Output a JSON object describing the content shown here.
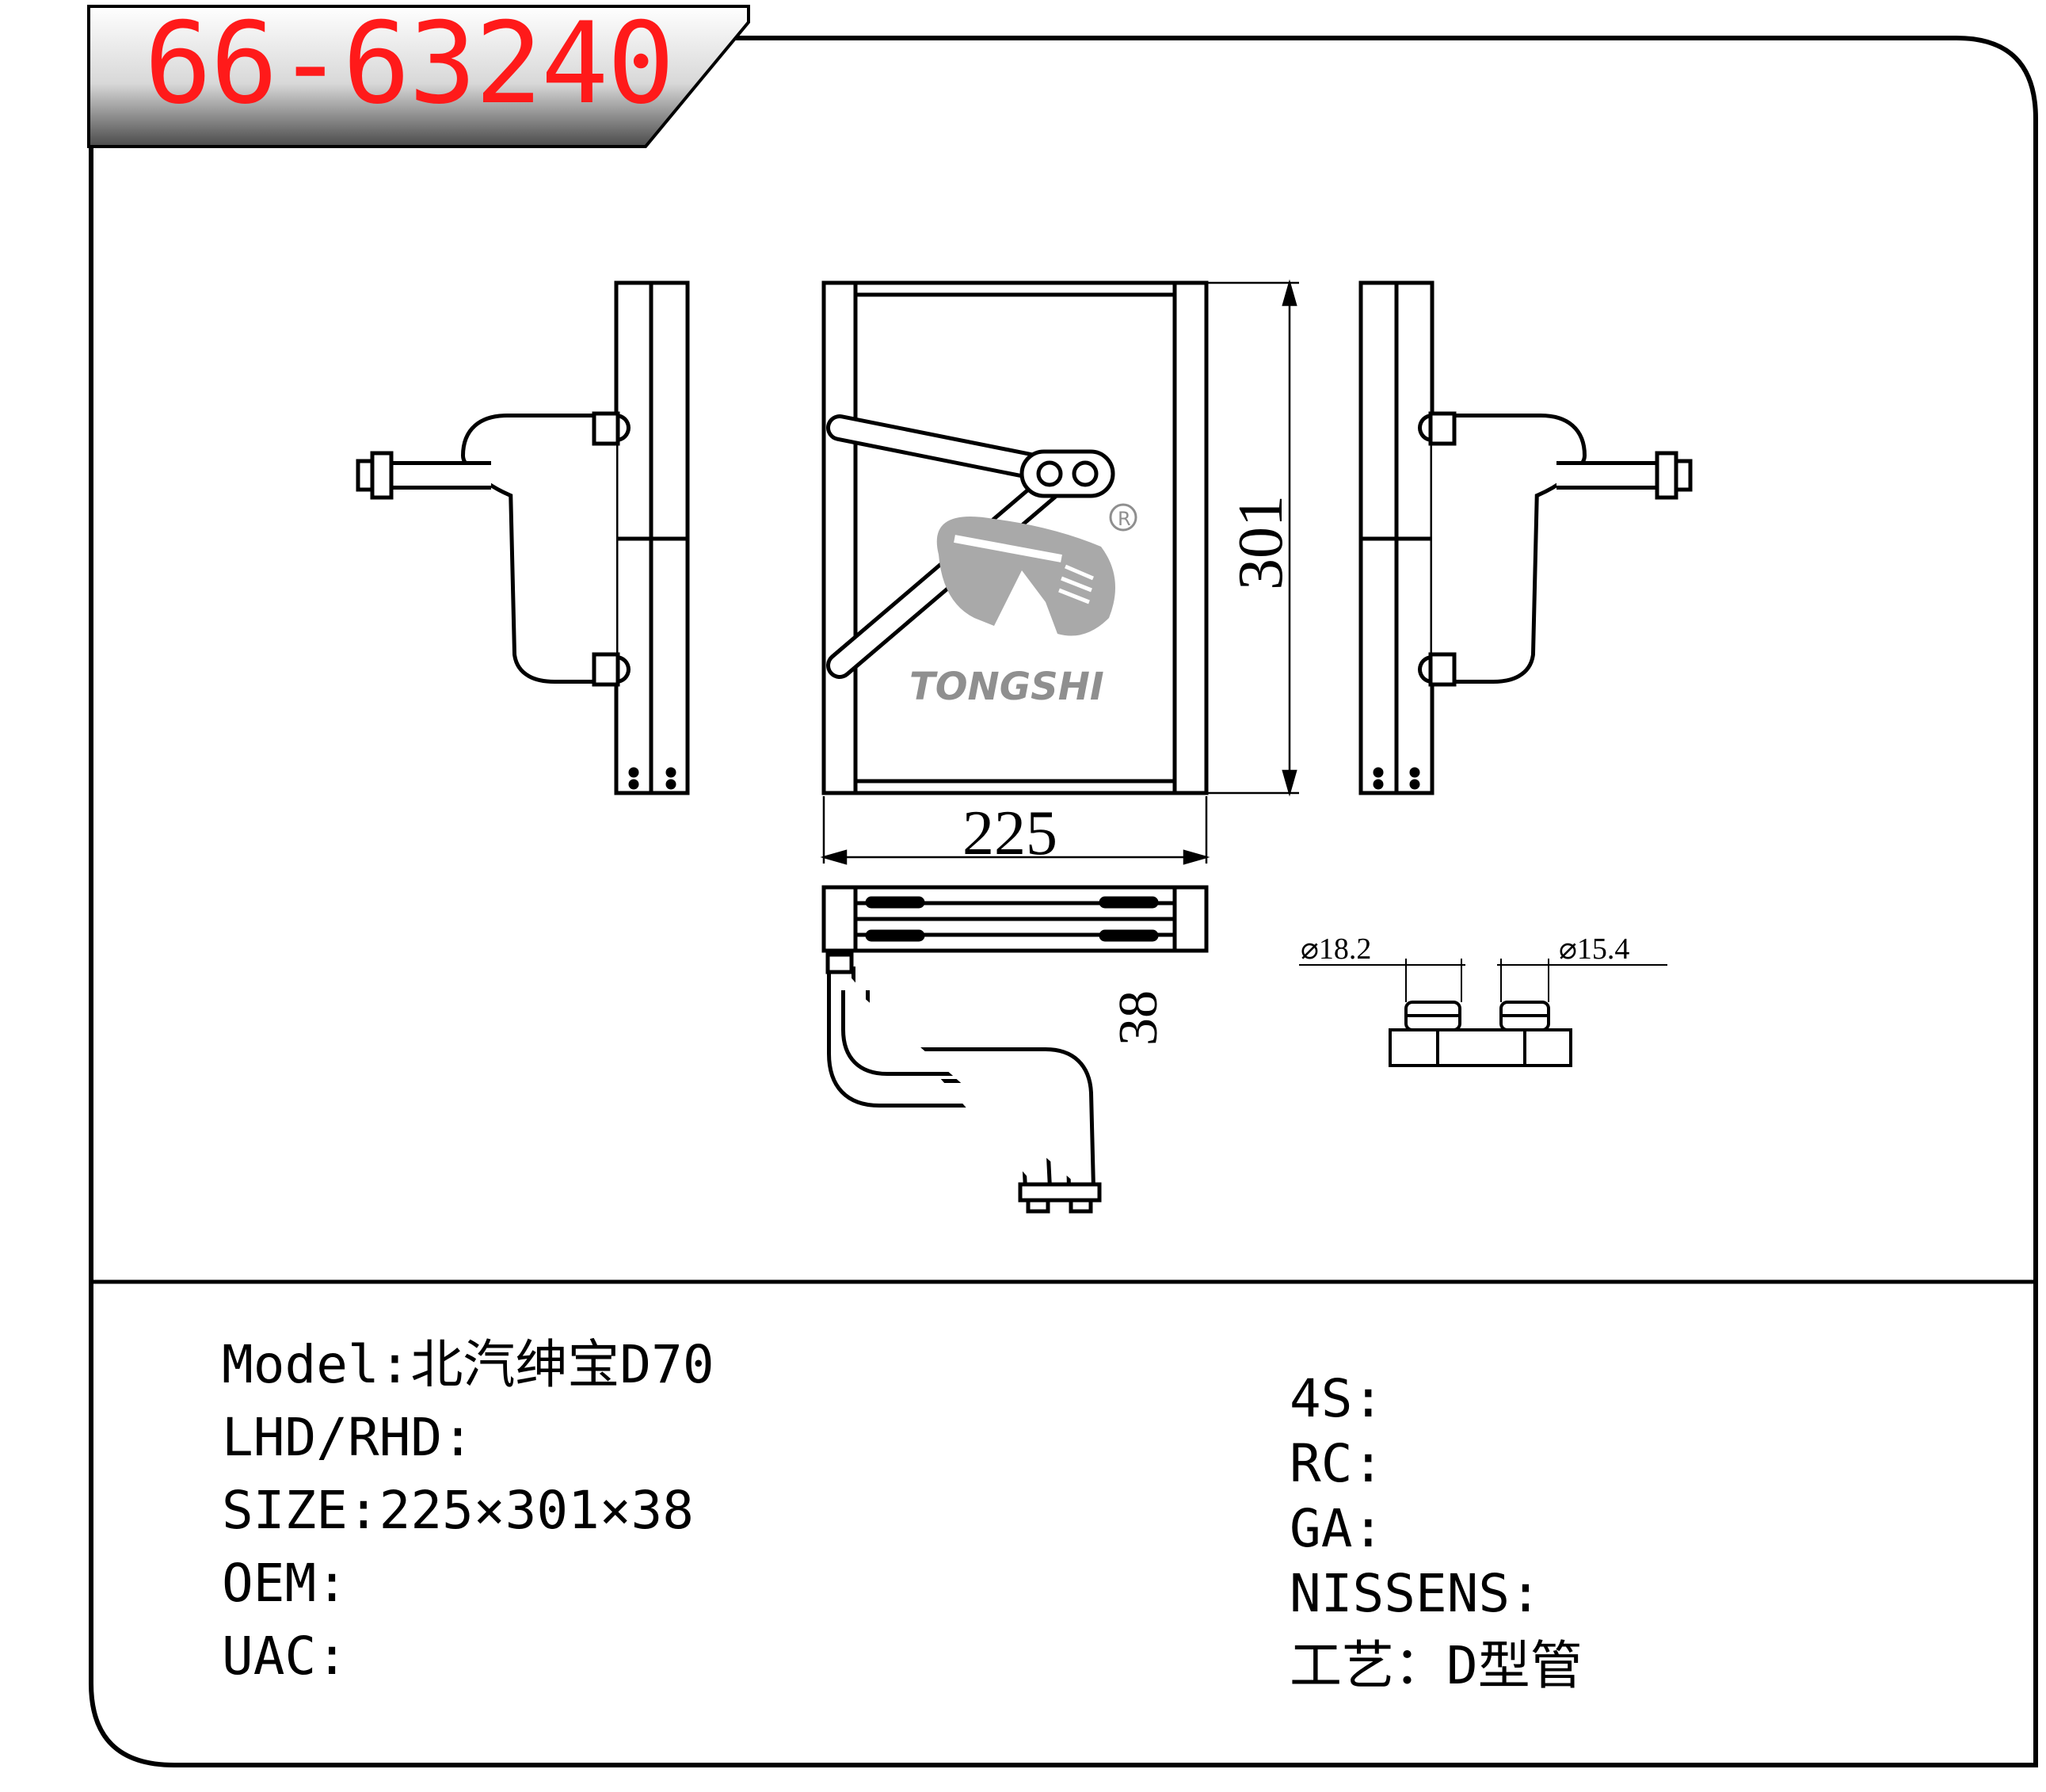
{
  "header": {
    "part_number": "66-63240"
  },
  "dimensions": {
    "width": "225",
    "height": "301",
    "depth": "38",
    "inlet_diameter": "⌀18.2",
    "outlet_diameter": "⌀15.4"
  },
  "watermark": {
    "brand": "TONGSHI",
    "registered": "R"
  },
  "info_left": {
    "model": "Model:北汽绅宝D70",
    "lhd_rhd": "LHD/RHD:",
    "size": "SIZE:225×301×38",
    "oem": "OEM:",
    "uac": "UAC:"
  },
  "info_right": {
    "s4": "4S:",
    "rc": "RC:",
    "ga": "GA:",
    "nissens": "NISSENS:",
    "process": "工艺：D型管"
  }
}
